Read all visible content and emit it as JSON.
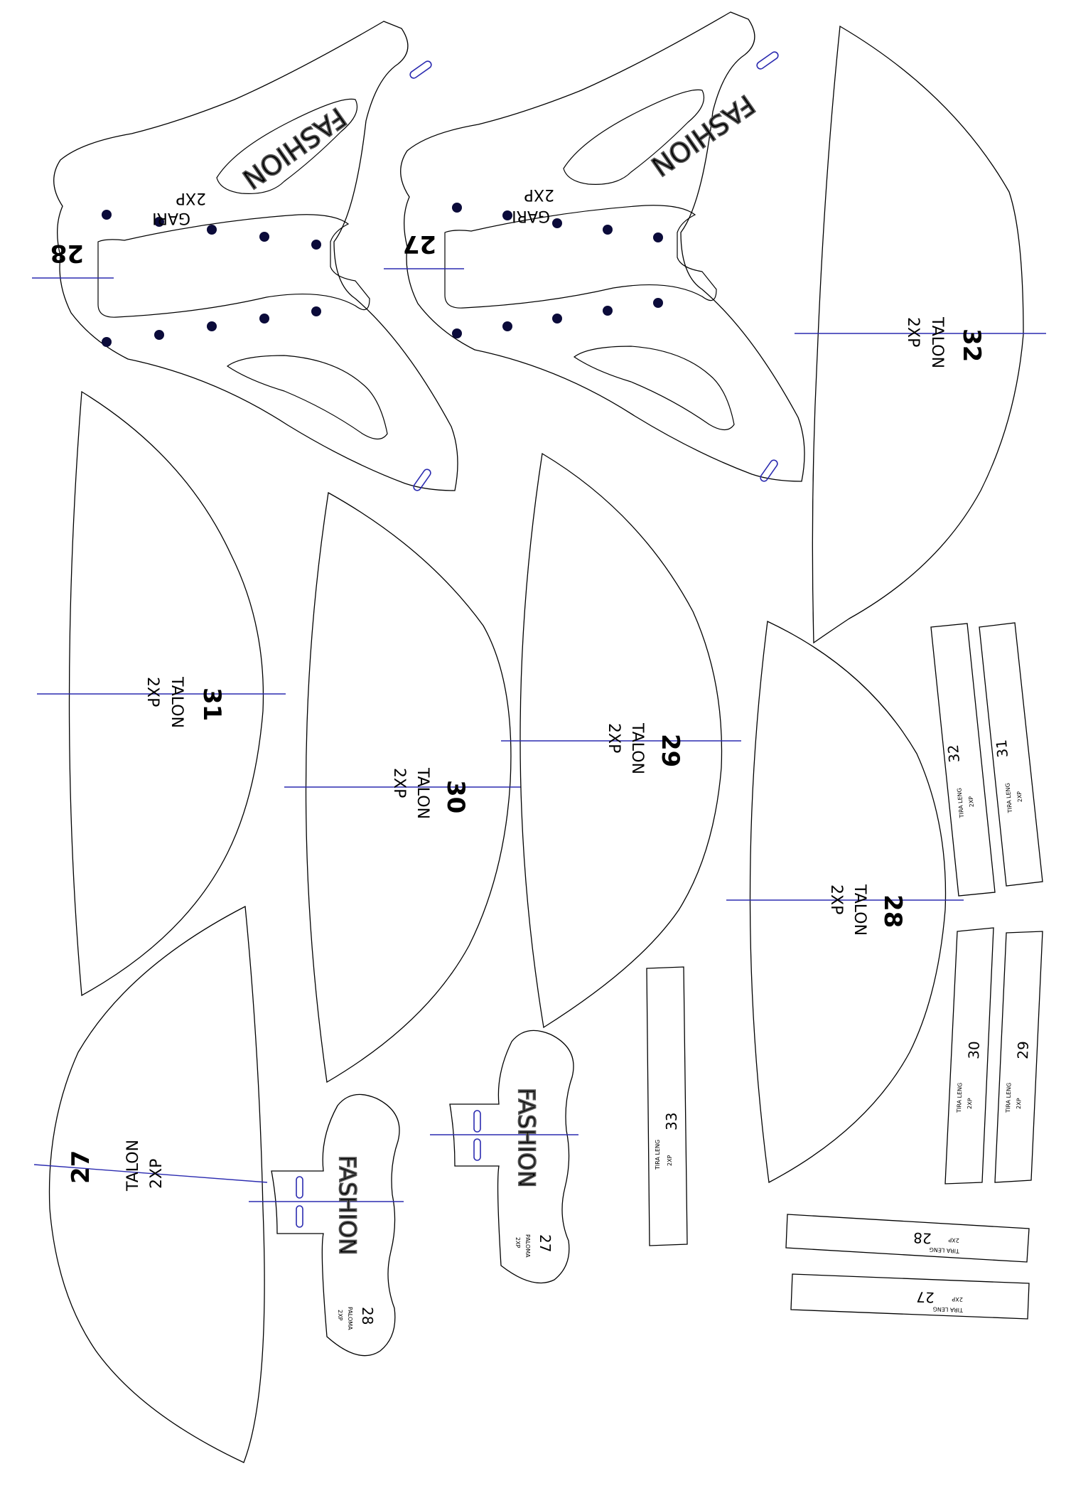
{
  "colors": {
    "outline": "#000000",
    "guide_line": "#2b2bb0",
    "hole": "#0b0b3a",
    "logo_outline": "#555555",
    "background": "#ffffff"
  },
  "vamps": [
    {
      "size": "28",
      "code": "GARI",
      "qty": "2XP",
      "brand": "FASHION"
    },
    {
      "size": "27",
      "code": "GARI",
      "qty": "2XP",
      "brand": "FASHION"
    }
  ],
  "talon": [
    {
      "size": "32",
      "name": "TALON",
      "qty": "2XP"
    },
    {
      "size": "31",
      "name": "TALON",
      "qty": "2XP"
    },
    {
      "size": "30",
      "name": "TALON",
      "qty": "2XP"
    },
    {
      "size": "29",
      "name": "TALON",
      "qty": "2XP"
    },
    {
      "size": "28",
      "name": "TALON",
      "qty": "2XP"
    },
    {
      "size": "27",
      "name": "TALON",
      "qty": "2XP"
    }
  ],
  "paloma": [
    {
      "size": "28",
      "name": "PALOMA",
      "qty": "2XP",
      "brand": "FASHION"
    },
    {
      "size": "27",
      "name": "PALOMA",
      "qty": "2XP",
      "brand": "FASHION"
    }
  ],
  "tira": [
    {
      "size": "32",
      "name": "TIRA LENG",
      "qty": "2XP"
    },
    {
      "size": "31",
      "name": "TIRA LENG",
      "qty": "2XP"
    },
    {
      "size": "30",
      "name": "TIRA LENG",
      "qty": "2XP"
    },
    {
      "size": "29",
      "name": "TIRA LENG",
      "qty": "2XP"
    },
    {
      "size": "33",
      "name": "TIRA LENG",
      "qty": "2XP"
    },
    {
      "size": "28",
      "name": "TIRA LENG",
      "qty": "2XP"
    },
    {
      "size": "27",
      "name": "TIRA LENG",
      "qty": "2XP"
    }
  ]
}
